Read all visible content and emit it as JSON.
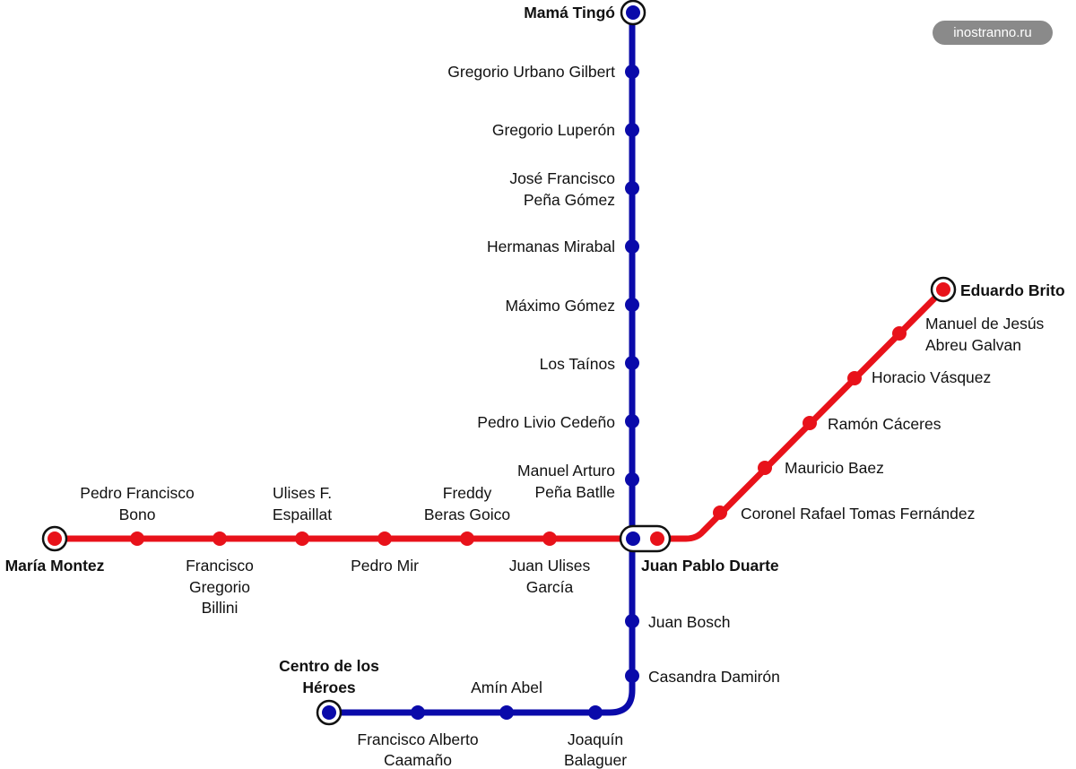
{
  "watermark": "inostranno.ru",
  "colors": {
    "blue_line": "#0a0aaa",
    "red_line": "#e8121a",
    "station_outline": "#111111",
    "watermark_bg": "#8a8a8a",
    "text": "#111111"
  },
  "lines": {
    "line_1": {
      "color_key": "blue_line",
      "terminals": [
        "Mamá Tingó",
        "Centro de los Héroes"
      ],
      "stations": [
        {
          "name": "Mamá Tingó",
          "terminal": true
        },
        {
          "name": "Gregorio Urbano Gilbert"
        },
        {
          "name": "Gregorio Luperón"
        },
        {
          "name": "José Francisco Peña Gómez"
        },
        {
          "name": "Hermanas Mirabal"
        },
        {
          "name": "Máximo Gómez"
        },
        {
          "name": "Los Taínos"
        },
        {
          "name": "Pedro Livio Cedeño"
        },
        {
          "name": "Manuel Arturo Peña Batlle"
        },
        {
          "name": "Juan Pablo Duarte",
          "interchange": true
        },
        {
          "name": "Juan Bosch"
        },
        {
          "name": "Casandra Damirón"
        },
        {
          "name": "Joaquín Balaguer"
        },
        {
          "name": "Amín Abel"
        },
        {
          "name": "Francisco Alberto Caamaño"
        },
        {
          "name": "Centro de los Héroes",
          "terminal": true
        }
      ]
    },
    "line_2": {
      "color_key": "red_line",
      "terminals": [
        "María Montez",
        "Eduardo Brito"
      ],
      "stations": [
        {
          "name": "María Montez",
          "terminal": true
        },
        {
          "name": "Pedro Francisco Bono"
        },
        {
          "name": "Francisco Gregorio Billini"
        },
        {
          "name": "Ulises F. Espaillat"
        },
        {
          "name": "Pedro Mir"
        },
        {
          "name": "Freddy Beras Goico"
        },
        {
          "name": "Juan Ulises García"
        },
        {
          "name": "Juan Pablo Duarte",
          "interchange": true
        },
        {
          "name": "Coronel Rafael Tomas Fernández"
        },
        {
          "name": "Mauricio Baez"
        },
        {
          "name": "Ramón Cáceres"
        },
        {
          "name": "Horacio Vásquez"
        },
        {
          "name": "Manuel de Jesús Abreu Galvan"
        },
        {
          "name": "Eduardo Brito",
          "terminal": true
        }
      ]
    }
  },
  "labels": {
    "mama_tingo": "Mamá Tingó",
    "gregorio_urbano_gilbert": "Gregorio Urbano Gilbert",
    "gregorio_luperon": "Gregorio Luperón",
    "jose_francisco_1": "José Francisco",
    "jose_francisco_2": "Peña Gómez",
    "hermanas_mirabal": "Hermanas Mirabal",
    "maximo_gomez": "Máximo Gómez",
    "los_tainos": "Los Taínos",
    "pedro_livio_cedeno": "Pedro Livio Cedeño",
    "manuel_arturo_1": "Manuel Arturo",
    "manuel_arturo_2": "Peña Batlle",
    "juan_pablo_duarte": "Juan Pablo Duarte",
    "juan_bosch": "Juan Bosch",
    "casandra_damiron": "Casandra Damirón",
    "joaquin_balaguer_1": "Joaquín",
    "joaquin_balaguer_2": "Balaguer",
    "amin_abel": "Amín Abel",
    "francisco_alberto_1": "Francisco Alberto",
    "francisco_alberto_2": "Caamaño",
    "centro_heroes_1": "Centro de los",
    "centro_heroes_2": "Héroes",
    "maria_montez": "María Montez",
    "pedro_francisco_1": "Pedro Francisco",
    "pedro_francisco_2": "Bono",
    "francisco_gregorio_1": "Francisco",
    "francisco_gregorio_2": "Gregorio",
    "francisco_gregorio_3": "Billini",
    "ulises_1": "Ulises F.",
    "ulises_2": "Espaillat",
    "pedro_mir": "Pedro Mir",
    "freddy_1": "Freddy",
    "freddy_2": "Beras Goico",
    "juan_ulises_1": "Juan Ulises",
    "juan_ulises_2": "García",
    "coronel_rafael": "Coronel Rafael Tomas Fernández",
    "mauricio_baez": "Mauricio Baez",
    "ramon_caceres": "Ramón Cáceres",
    "horacio_vasquez": "Horacio Vásquez",
    "manuel_jesus_1": "Manuel de Jesús",
    "manuel_jesus_2": "Abreu Galvan",
    "eduardo_brito": "Eduardo Brito"
  }
}
